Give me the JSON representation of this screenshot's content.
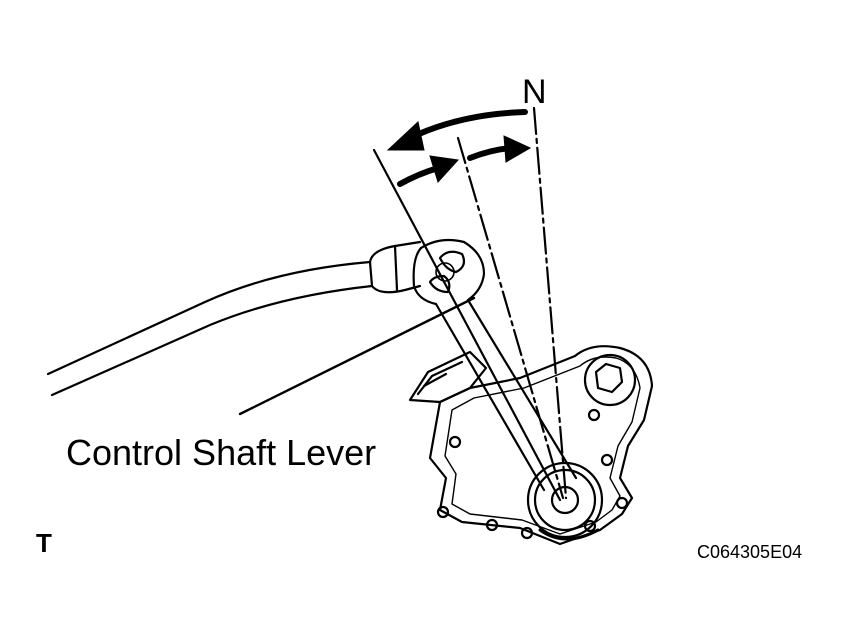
{
  "diagram": {
    "position_label": "N",
    "part_label": "Control Shaft Lever",
    "corner_mark": "T",
    "figure_code": "C064305E04"
  },
  "colors": {
    "ink": "#000000",
    "background": "#ffffff"
  }
}
